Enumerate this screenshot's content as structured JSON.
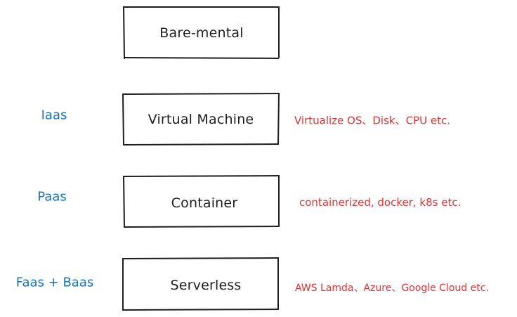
{
  "colors": {
    "box_stroke": "#1e1e1e",
    "box_text": "#1e1e1e",
    "tier_text": "#1971c2",
    "note_text": "#e03131",
    "background": "#ffffff"
  },
  "boxes": [
    {
      "label": "Bare-mental"
    },
    {
      "label": "Virtual Machine"
    },
    {
      "label": "Container"
    },
    {
      "label": "Serverless"
    }
  ],
  "tiers": [
    {
      "label": "Iaas"
    },
    {
      "label": "Paas"
    },
    {
      "label": "Faas + Baas"
    }
  ],
  "notes": [
    {
      "text": "Virtualize OS、Disk、CPU etc."
    },
    {
      "text": "containerized, docker, k8s etc."
    },
    {
      "text": "AWS Lamda、Azure、Google Cloud etc."
    }
  ]
}
